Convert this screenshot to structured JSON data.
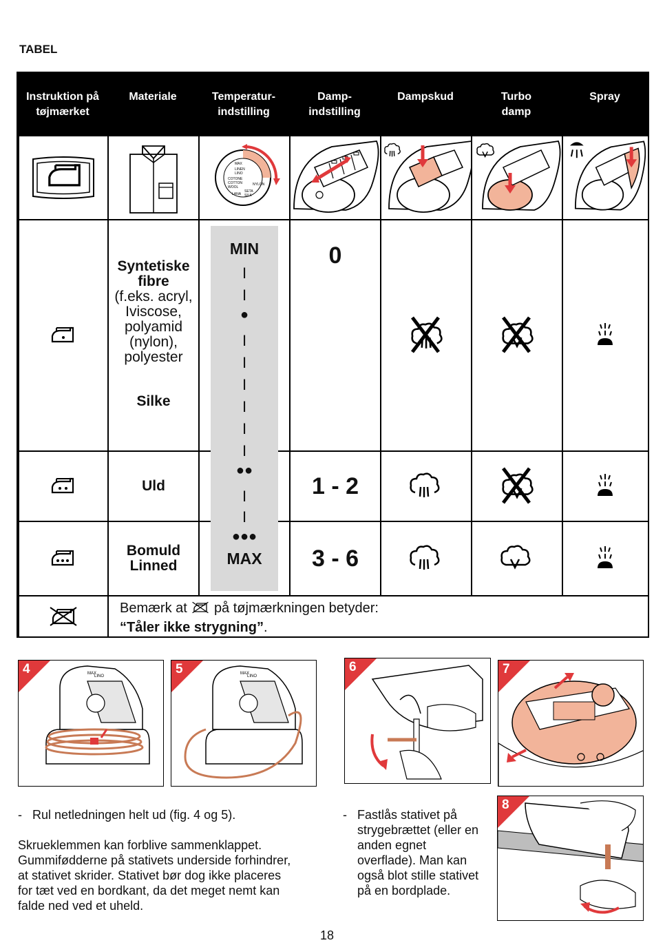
{
  "title": "TABEL",
  "headers": [
    {
      "line1": "Instruktion på",
      "line2": "tøjmærket"
    },
    {
      "line1": "Materiale",
      "line2": ""
    },
    {
      "line1": "Temperatur-",
      "line2": "indstilling"
    },
    {
      "line1": "Damp-",
      "line2": "indstilling"
    },
    {
      "line1": "Dampskud",
      "line2": ""
    },
    {
      "line1": "Turbo",
      "line2": "damp"
    },
    {
      "line1": "Spray",
      "line2": ""
    }
  ],
  "dial_labels": [
    "MAX",
    "LINEN",
    "LINO",
    "COTONE",
    "COTTON",
    "WOOL",
    "SETA",
    "NYLON",
    "LANA",
    "SILK"
  ],
  "rows": {
    "synthetic": {
      "material_bold1": "Syntetiske",
      "material_bold2": "fibre",
      "material_lines": [
        "(f.eks. acryl,",
        "Iviscose,",
        "polyamid",
        "(nylon),",
        "polyester"
      ],
      "material_bold3": "Silke",
      "steam": "0"
    },
    "wool": {
      "material": "Uld",
      "steam": "1 - 2"
    },
    "cotton": {
      "material1": "Bomuld",
      "material2": "Linned",
      "steam": "3 - 6"
    }
  },
  "temp": {
    "min": "MIN",
    "max": "MAX",
    "dot1": "●",
    "dot2": "●●",
    "dot3": "●●●",
    "bar": "I"
  },
  "note": {
    "prefix": "Bemærk at",
    "suffix": "på tøjmærkningen betyder:",
    "quote_bold": "“Tåler ikke strygning”",
    "period": "."
  },
  "figures": [
    "4",
    "5",
    "6",
    "7",
    "8"
  ],
  "fig_labels": [
    "MAX",
    "LINO"
  ],
  "text_left": {
    "bullet": "-",
    "bullet_text": "Rul netledningen helt ud (fig. 4 og 5).",
    "paragraph": [
      "Skrueklemmen kan forblive sammenklappet.",
      "Gummifødderne på stativets underside forhindrer,",
      "at stativet skrider. Stativet bør dog ikke placeres",
      "for tæt ved en bordkant, da det meget nemt kan",
      "falde ned ved et uheld."
    ]
  },
  "text_right": {
    "bullet": "-",
    "lines": [
      "Fastlås stativet på",
      "strygebrættet (eller en",
      "anden egnet",
      "overflade).  Man kan",
      "også blot stille stativet",
      "på en bordplade."
    ]
  },
  "page_number": "18",
  "colors": {
    "accent_red": "#e0393b",
    "salmon": "#f2b49a",
    "gray_bar": "#d9d9d9"
  }
}
